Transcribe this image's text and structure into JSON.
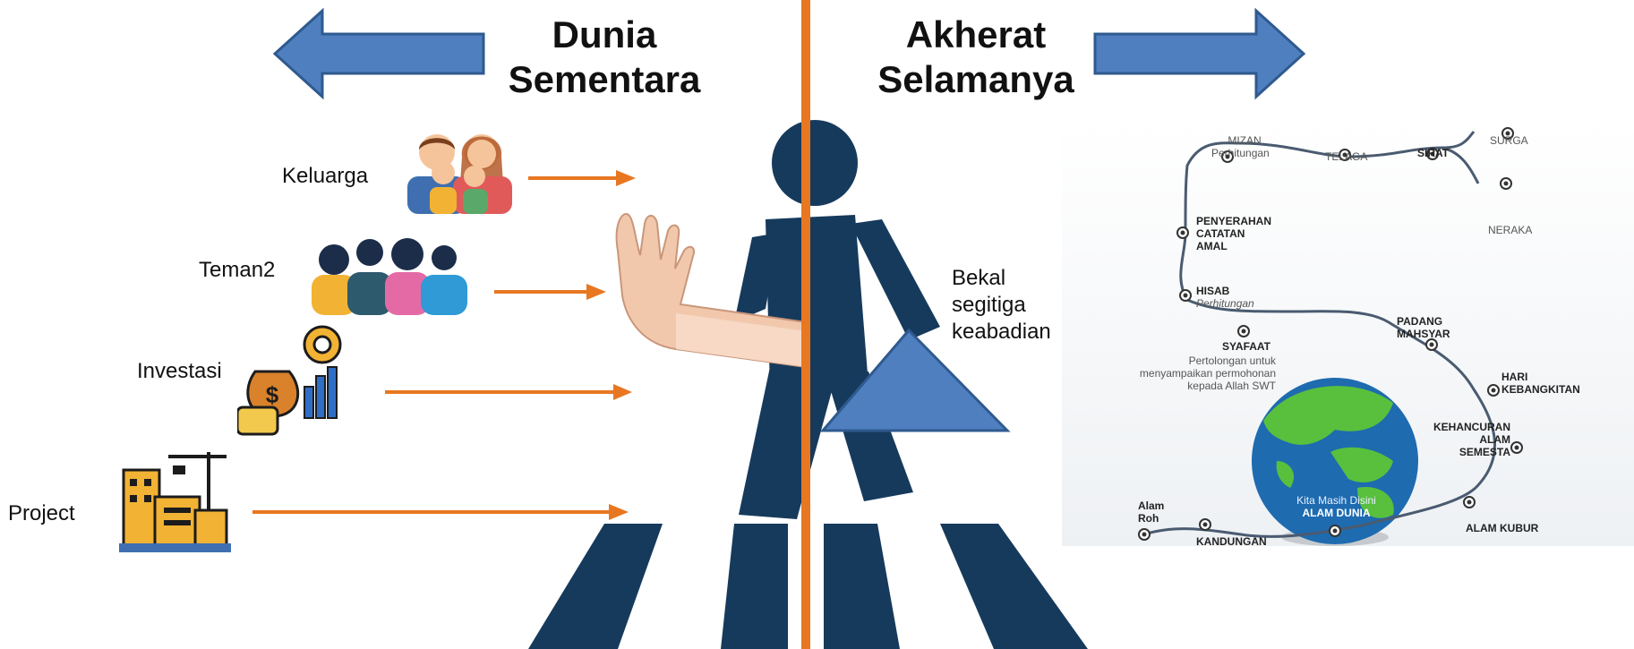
{
  "titles": {
    "left_line1": "Dunia",
    "left_line2": "Sementara",
    "right_line1": "Akherat",
    "right_line2": "Selamanya"
  },
  "items": [
    {
      "label": "Keluarga",
      "icon": "family-icon"
    },
    {
      "label": "Teman2",
      "icon": "friends-icon"
    },
    {
      "label": "Investasi",
      "icon": "investment-icon"
    },
    {
      "label": "Project",
      "icon": "building-project-icon"
    }
  ],
  "bekal": {
    "line1": "Bekal",
    "line2": "segitiga",
    "line3": "keabadian"
  },
  "timeline": {
    "mizan": "MIZAN",
    "mizan_sub": "Perhitungan",
    "telaga": "TELAGA",
    "sirat": "SIRAT",
    "surga": "SURGA",
    "neraka": "NERAKA",
    "penyerahan_1": "PENYERAHAN",
    "penyerahan_2": "CATATAN",
    "penyerahan_3": "AMAL",
    "hisab": "HISAB",
    "hisab_sub": "Perhitungan",
    "padang_1": "PADANG",
    "padang_2": "MAHSYAR",
    "syafaat": "SYAFAAT",
    "syafaat_sub1": "Pertolongan untuk",
    "syafaat_sub2": "menyampaikan permohonan",
    "syafaat_sub3": "kepada Allah SWT",
    "hari_1": "HARI",
    "hari_2": "KEBANGKITAN",
    "kehancuran_1": "KEHANCURAN",
    "kehancuran_2": "ALAM",
    "kehancuran_3": "SEMESTA",
    "alam_roh_1": "Alam",
    "alam_roh_2": "Roh",
    "kandungan": "KANDUNGAN",
    "kita_1": "Kita Masih Disini",
    "kita_2": "ALAM DUNIA",
    "alam_kubur": "ALAM KUBUR"
  },
  "colors": {
    "arrow_blue": "#4f7fbf",
    "arrow_orange": "#e87722",
    "divider": "#e87722",
    "pedestrian": "#163a5c",
    "triangle": "#4f7fbf",
    "path_line": "#4a5b70"
  }
}
